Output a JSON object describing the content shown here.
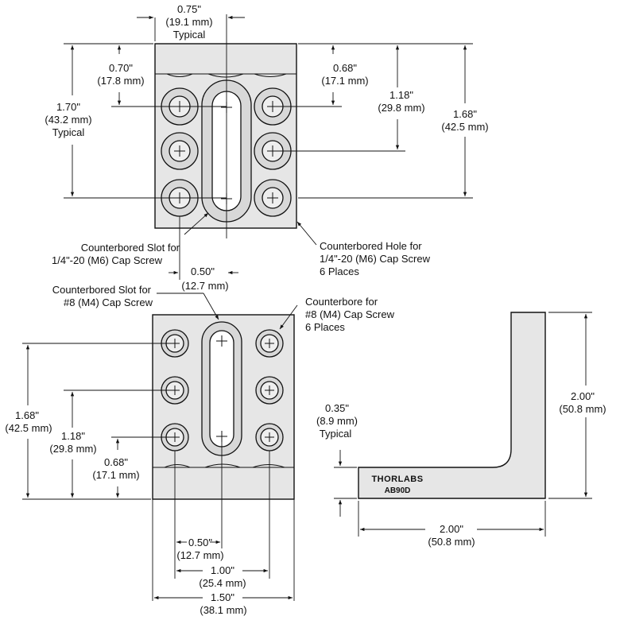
{
  "top_view": {
    "dim_width_typical": [
      "0.75\"",
      "(19.1 mm)",
      "Typical"
    ],
    "dim_hole_y": [
      "0.70\"",
      "(17.8 mm)"
    ],
    "dim_height_typical": [
      "1.70\"",
      "(43.2 mm)",
      "Typical"
    ],
    "dim_right_hole": [
      "0.68\"",
      "(17.1 mm)"
    ],
    "dim_hole_span": [
      "1.18\"",
      "(29.8 mm)"
    ],
    "dim_total_height": [
      "1.68\"",
      "(42.5 mm)"
    ],
    "dim_slot_offset": [
      "0.50\"",
      "(12.7 mm)"
    ],
    "callout_slot": [
      "Counterbored Slot for",
      "1/4\"-20 (M6) Cap Screw"
    ],
    "callout_hole": [
      "Counterbored Hole for",
      "1/4\"-20 (M6) Cap Screw",
      "6 Places"
    ]
  },
  "bottom_view": {
    "callout_slot": [
      "Counterbored Slot for",
      "#8 (M4) Cap Screw"
    ],
    "callout_counterbore": [
      "Counterbore for",
      "#8 (M4) Cap Screw",
      "6 Places"
    ],
    "dim_total_height": [
      "1.68\"",
      "(42.5 mm)"
    ],
    "dim_hole_span": [
      "1.18\"",
      "(29.8 mm)"
    ],
    "dim_bottom_hole": [
      "0.68\"",
      "(17.1 mm)"
    ],
    "dim_slot_offset": [
      "0.50\"",
      "(12.7 mm)"
    ],
    "dim_hole_pitch": [
      "1.00\"",
      "(25.4 mm)"
    ],
    "dim_width": [
      "1.50\"",
      "(38.1 mm)"
    ]
  },
  "side_view": {
    "dim_thickness": [
      "0.35\"",
      "(8.9 mm)",
      "Typical"
    ],
    "dim_height": [
      "2.00\"",
      "(50.8 mm)"
    ],
    "dim_length": [
      "2.00\"",
      "(50.8 mm)"
    ],
    "brand": "THORLABS",
    "model": "AB90D"
  }
}
